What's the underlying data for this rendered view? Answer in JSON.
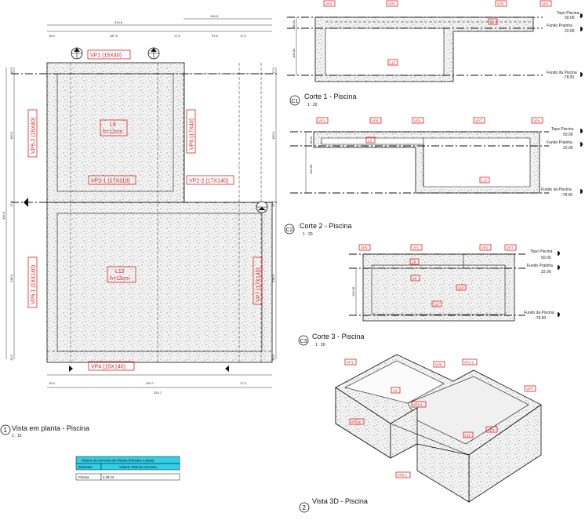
{
  "plan": {
    "title": "Vista em planta - Piscina",
    "scale": "1 : 15",
    "marker": "1",
    "labels": {
      "vp1": "VP1 (15X40)",
      "vp4": "VP4 (15X140)",
      "vp5_2": "VP5-2 (15X40)",
      "vp5_1": "VP5-1 (15X140)",
      "vp6": "VP6 (17X40)",
      "vp7": "VP7 (17X140)",
      "vp2_1": "VP2-1 (17X110)",
      "vp2_2": "VP2-2 (17X140)",
      "l9_a": "L9",
      "l9_b": "h=12cm",
      "l12_a": "L12",
      "l12_b": "h=12cm"
    },
    "dims": {
      "top_total": "319.6",
      "top_right": "154.9",
      "top_a": "15.0",
      "top_b": "187.0",
      "top_c": "17.0",
      "top_d": "97.9",
      "top_e": "17.0",
      "bottom_a": "15.0",
      "bottom_b": "292.7",
      "bottom_c": "17.0",
      "bottom_total": "324.7",
      "left_a": "15.0",
      "left_b": "160.0",
      "left_c": "17.0",
      "left_d": "238.0",
      "left_e": "15.0",
      "left_total": "445.0",
      "right_a": "17.0",
      "right_b": "160.0",
      "right_c": "17.0",
      "right_d": "238.0",
      "right_e": "15.0"
    }
  },
  "levels": {
    "topo": "Topo Piscina",
    "topo_v": "50.00",
    "fundo_prainha": "Fundo Prainha",
    "fundo_prainha_v": "22.00",
    "fundo_piscina": "Fundo da Piscina",
    "fundo_piscina_v": "-78.00"
  },
  "corte1": {
    "title": "Corte 1 - Piscina",
    "scale": "1 : 20",
    "marker": "C1",
    "labels": [
      "VP4",
      "VP5",
      "VP5",
      "VP1",
      "L9",
      "L12"
    ],
    "dims": {
      "a": "28.00",
      "b": "100.00"
    }
  },
  "corte2": {
    "title": "Corte 2 - Piscina",
    "scale": "1 : 20",
    "marker": "C2",
    "labels": [
      "VP1",
      "VP6",
      "VP2",
      "VP7",
      "VP4",
      "L9",
      "L12"
    ],
    "dims": {
      "a": "28.00",
      "b": "100.00"
    }
  },
  "corte3": {
    "title": "Corte 3 - Piscina",
    "scale": "1 : 20",
    "marker": "C3",
    "labels": [
      "VP5",
      "VP1",
      "VP2",
      "VP7",
      "L9",
      "L9",
      "L12",
      "L12"
    ],
    "dims": {
      "a": "100.00"
    }
  },
  "view3d": {
    "title": "Vista 3D - Piscina",
    "marker": "2",
    "labels": [
      "VP1",
      "VP6",
      "VP2-2",
      "VP7",
      "VP5-2",
      "VP5-1",
      "L9",
      "VP2-1",
      "L12",
      "VP4"
    ]
  },
  "table": {
    "title": "Volume de Concreto da Piscina (Paredes e pisos)",
    "col1": "Elemento",
    "col2": "Volume Total de Concreto",
    "row_name": "Piscina",
    "row_value": "4.48 m³"
  }
}
